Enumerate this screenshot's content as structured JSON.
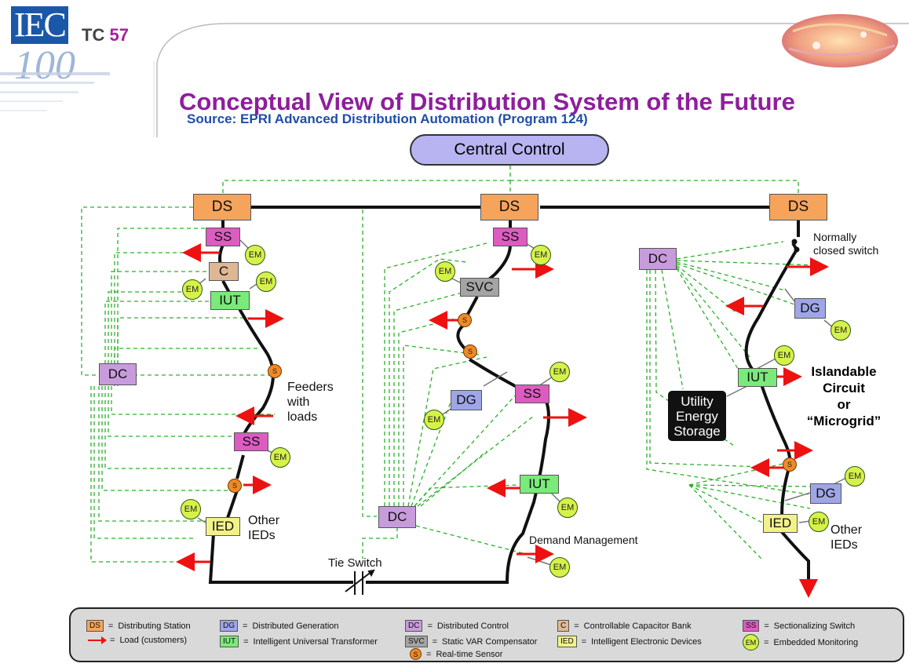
{
  "header": {
    "logo_text": "IEC",
    "logo_sub": "100",
    "tc_prefix": "TC ",
    "tc_number": "57",
    "title": "Conceptual View of Distribution System of the Future",
    "subtitle": "Source:  EPRI Advanced Distribution Automation (Program 124)"
  },
  "diagram": {
    "central_control": "Central Control",
    "nodes": {
      "ds": "DS",
      "ss": "SS",
      "dc": "DC",
      "iut": "IUT",
      "dg": "DG",
      "ied": "IED",
      "c": "C",
      "svc": "SVC",
      "s": "S",
      "em": "EM"
    },
    "labels": {
      "feeders": "Feeders\nwith\nloads",
      "other_ieds": "Other\nIEDs",
      "tie_switch": "Tie Switch",
      "demand_management": "Demand Management",
      "normally_closed": "Normally\nclosed switch",
      "utility_storage": "Utility\nEnergy\nStorage",
      "islandable": "Islandable\nCircuit\nor\n“Microgrid”"
    }
  },
  "legend": {
    "items": [
      {
        "sym": "DS",
        "text": "Distributing Station",
        "color": "#f6a45c"
      },
      {
        "sym": "DG",
        "text": "Distributed Generation",
        "color": "#9fa6e8"
      },
      {
        "sym": "DC",
        "text": "Distributed Control",
        "color": "#c89bdc"
      },
      {
        "sym": "C",
        "text": "Controllable Capacitor Bank",
        "color": "#deb894"
      },
      {
        "sym": "SS",
        "text": "Sectionalizing Switch",
        "color": "#dd5cc1"
      },
      {
        "sym": "",
        "text": "Load (customers)",
        "color": "#ee1111"
      },
      {
        "sym": "IUT",
        "text": "Intelligent Universal Transformer",
        "color": "#7aea7a"
      },
      {
        "sym": "SVC",
        "text": "Static VAR Compensator",
        "color": "#a4a4a4"
      },
      {
        "sym": "IED",
        "text": "Intelligent Electronic Devices",
        "color": "#f3f28a"
      },
      {
        "sym": "EM",
        "text": "Embedded Monitoring",
        "color": "#d6f24a"
      },
      {
        "sym": "S",
        "text": "Real-time Sensor",
        "color": "#f08a26"
      }
    ],
    "equals": "="
  }
}
